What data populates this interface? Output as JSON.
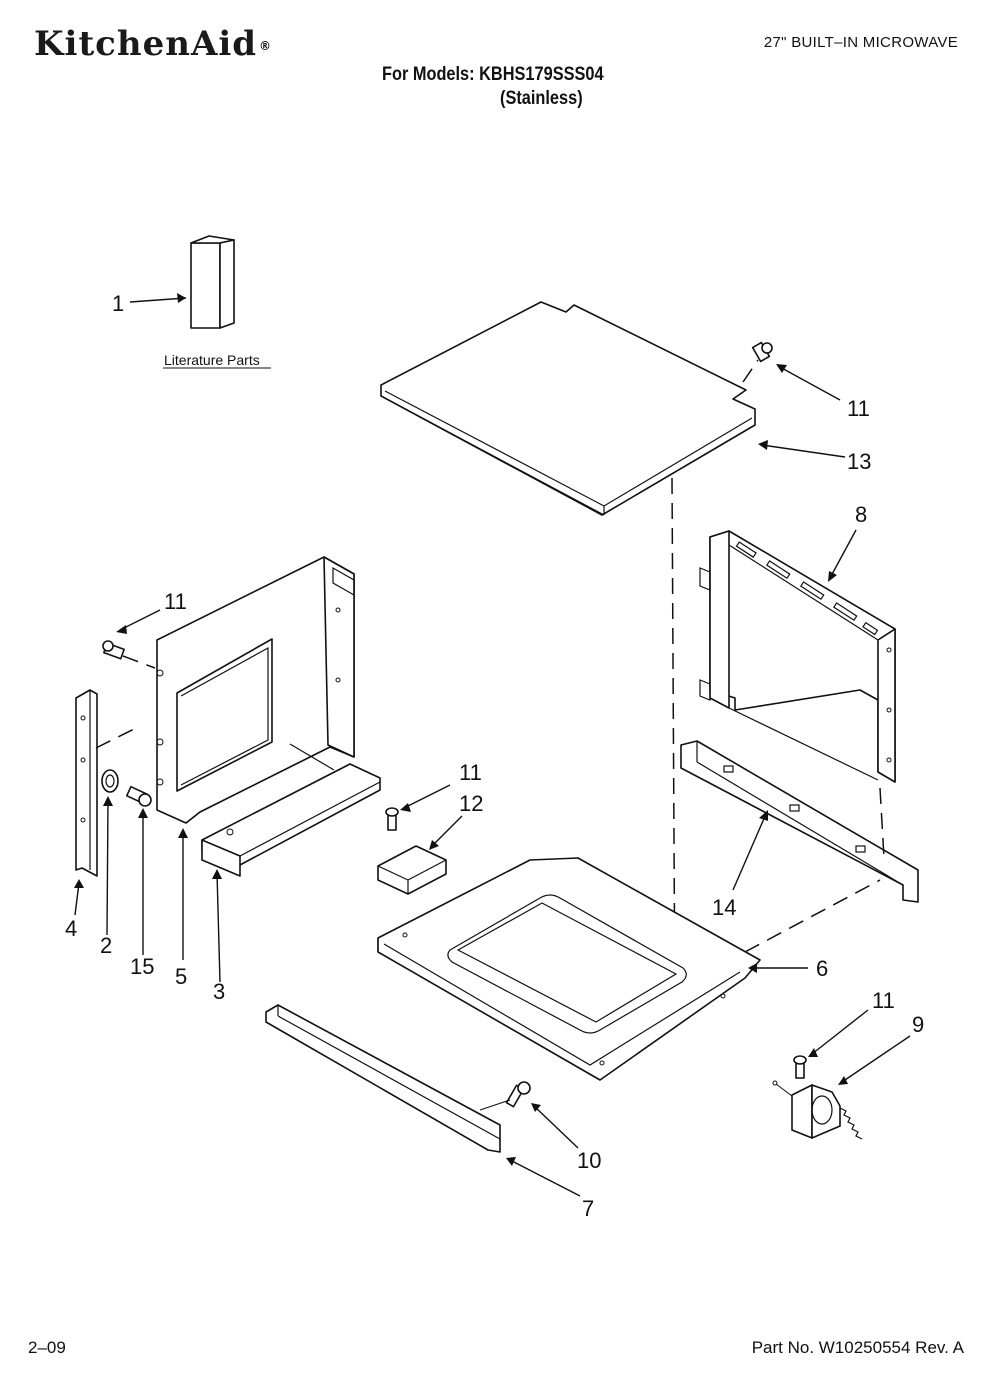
{
  "header": {
    "brand": "KitchenAid",
    "brand_mark": "®",
    "product": "27\" BUILT–IN MICROWAVE",
    "models_line": "For Models: KBHS179SSS04",
    "finish": "(Stainless)"
  },
  "diagram": {
    "literature_label": "Literature Parts",
    "callouts": {
      "c1": "1",
      "c2": "2",
      "c3": "3",
      "c4": "4",
      "c5": "5",
      "c6": "6",
      "c7": "7",
      "c8": "8",
      "c9": "9",
      "c10": "10",
      "c11_top": "11",
      "c11_left": "11",
      "c11_center": "11",
      "c11_right": "11",
      "c12": "12",
      "c13": "13",
      "c14": "14",
      "c15": "15"
    }
  },
  "footer": {
    "date": "2–09",
    "part_number": "Part No. W10250554 Rev. A"
  }
}
